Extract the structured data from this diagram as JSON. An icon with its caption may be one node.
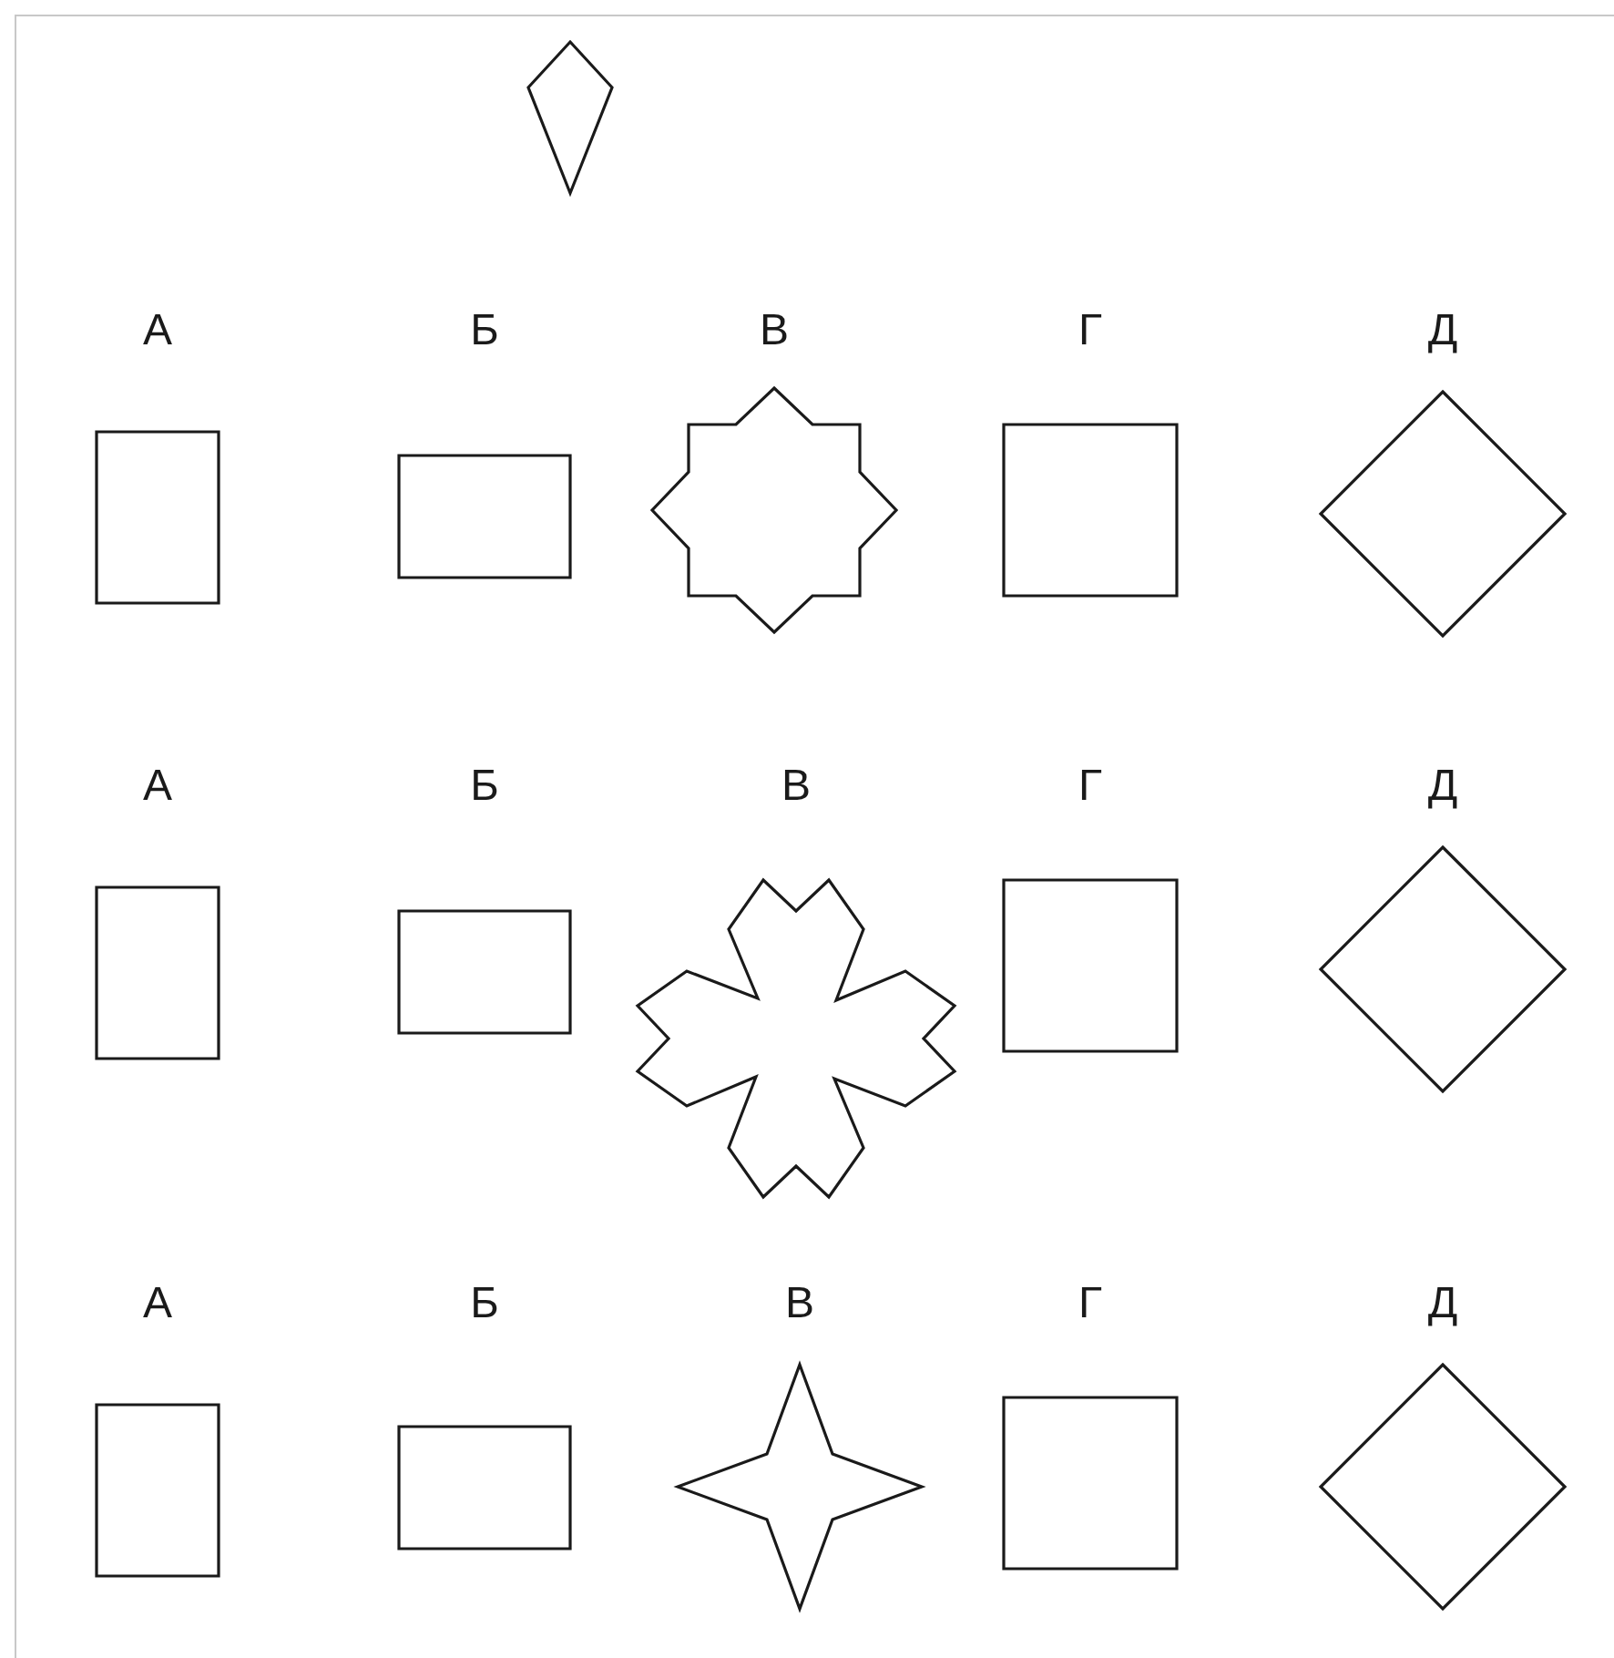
{
  "diagram": {
    "nodes": [
      {
        "text": [],
        "shape": "kite"
      },
      {
        "text": [
          "А"
        ]
      },
      {
        "text": [
          "Б"
        ]
      },
      {
        "text": [
          "В"
        ]
      },
      {
        "text": [
          "Г"
        ]
      },
      {
        "text": [
          "Д"
        ]
      },
      {
        "text": [
          "А"
        ]
      },
      {
        "text": [
          "Б"
        ]
      },
      {
        "text": [
          "В"
        ]
      },
      {
        "text": [
          "Г"
        ]
      },
      {
        "text": [
          "Д"
        ]
      },
      {
        "text": [
          "А"
        ]
      },
      {
        "text": [
          "Б"
        ]
      },
      {
        "text": [
          "В"
        ]
      },
      {
        "text": [
          "Г"
        ]
      },
      {
        "text": [
          "Д"
        ]
      }
    ]
  }
}
